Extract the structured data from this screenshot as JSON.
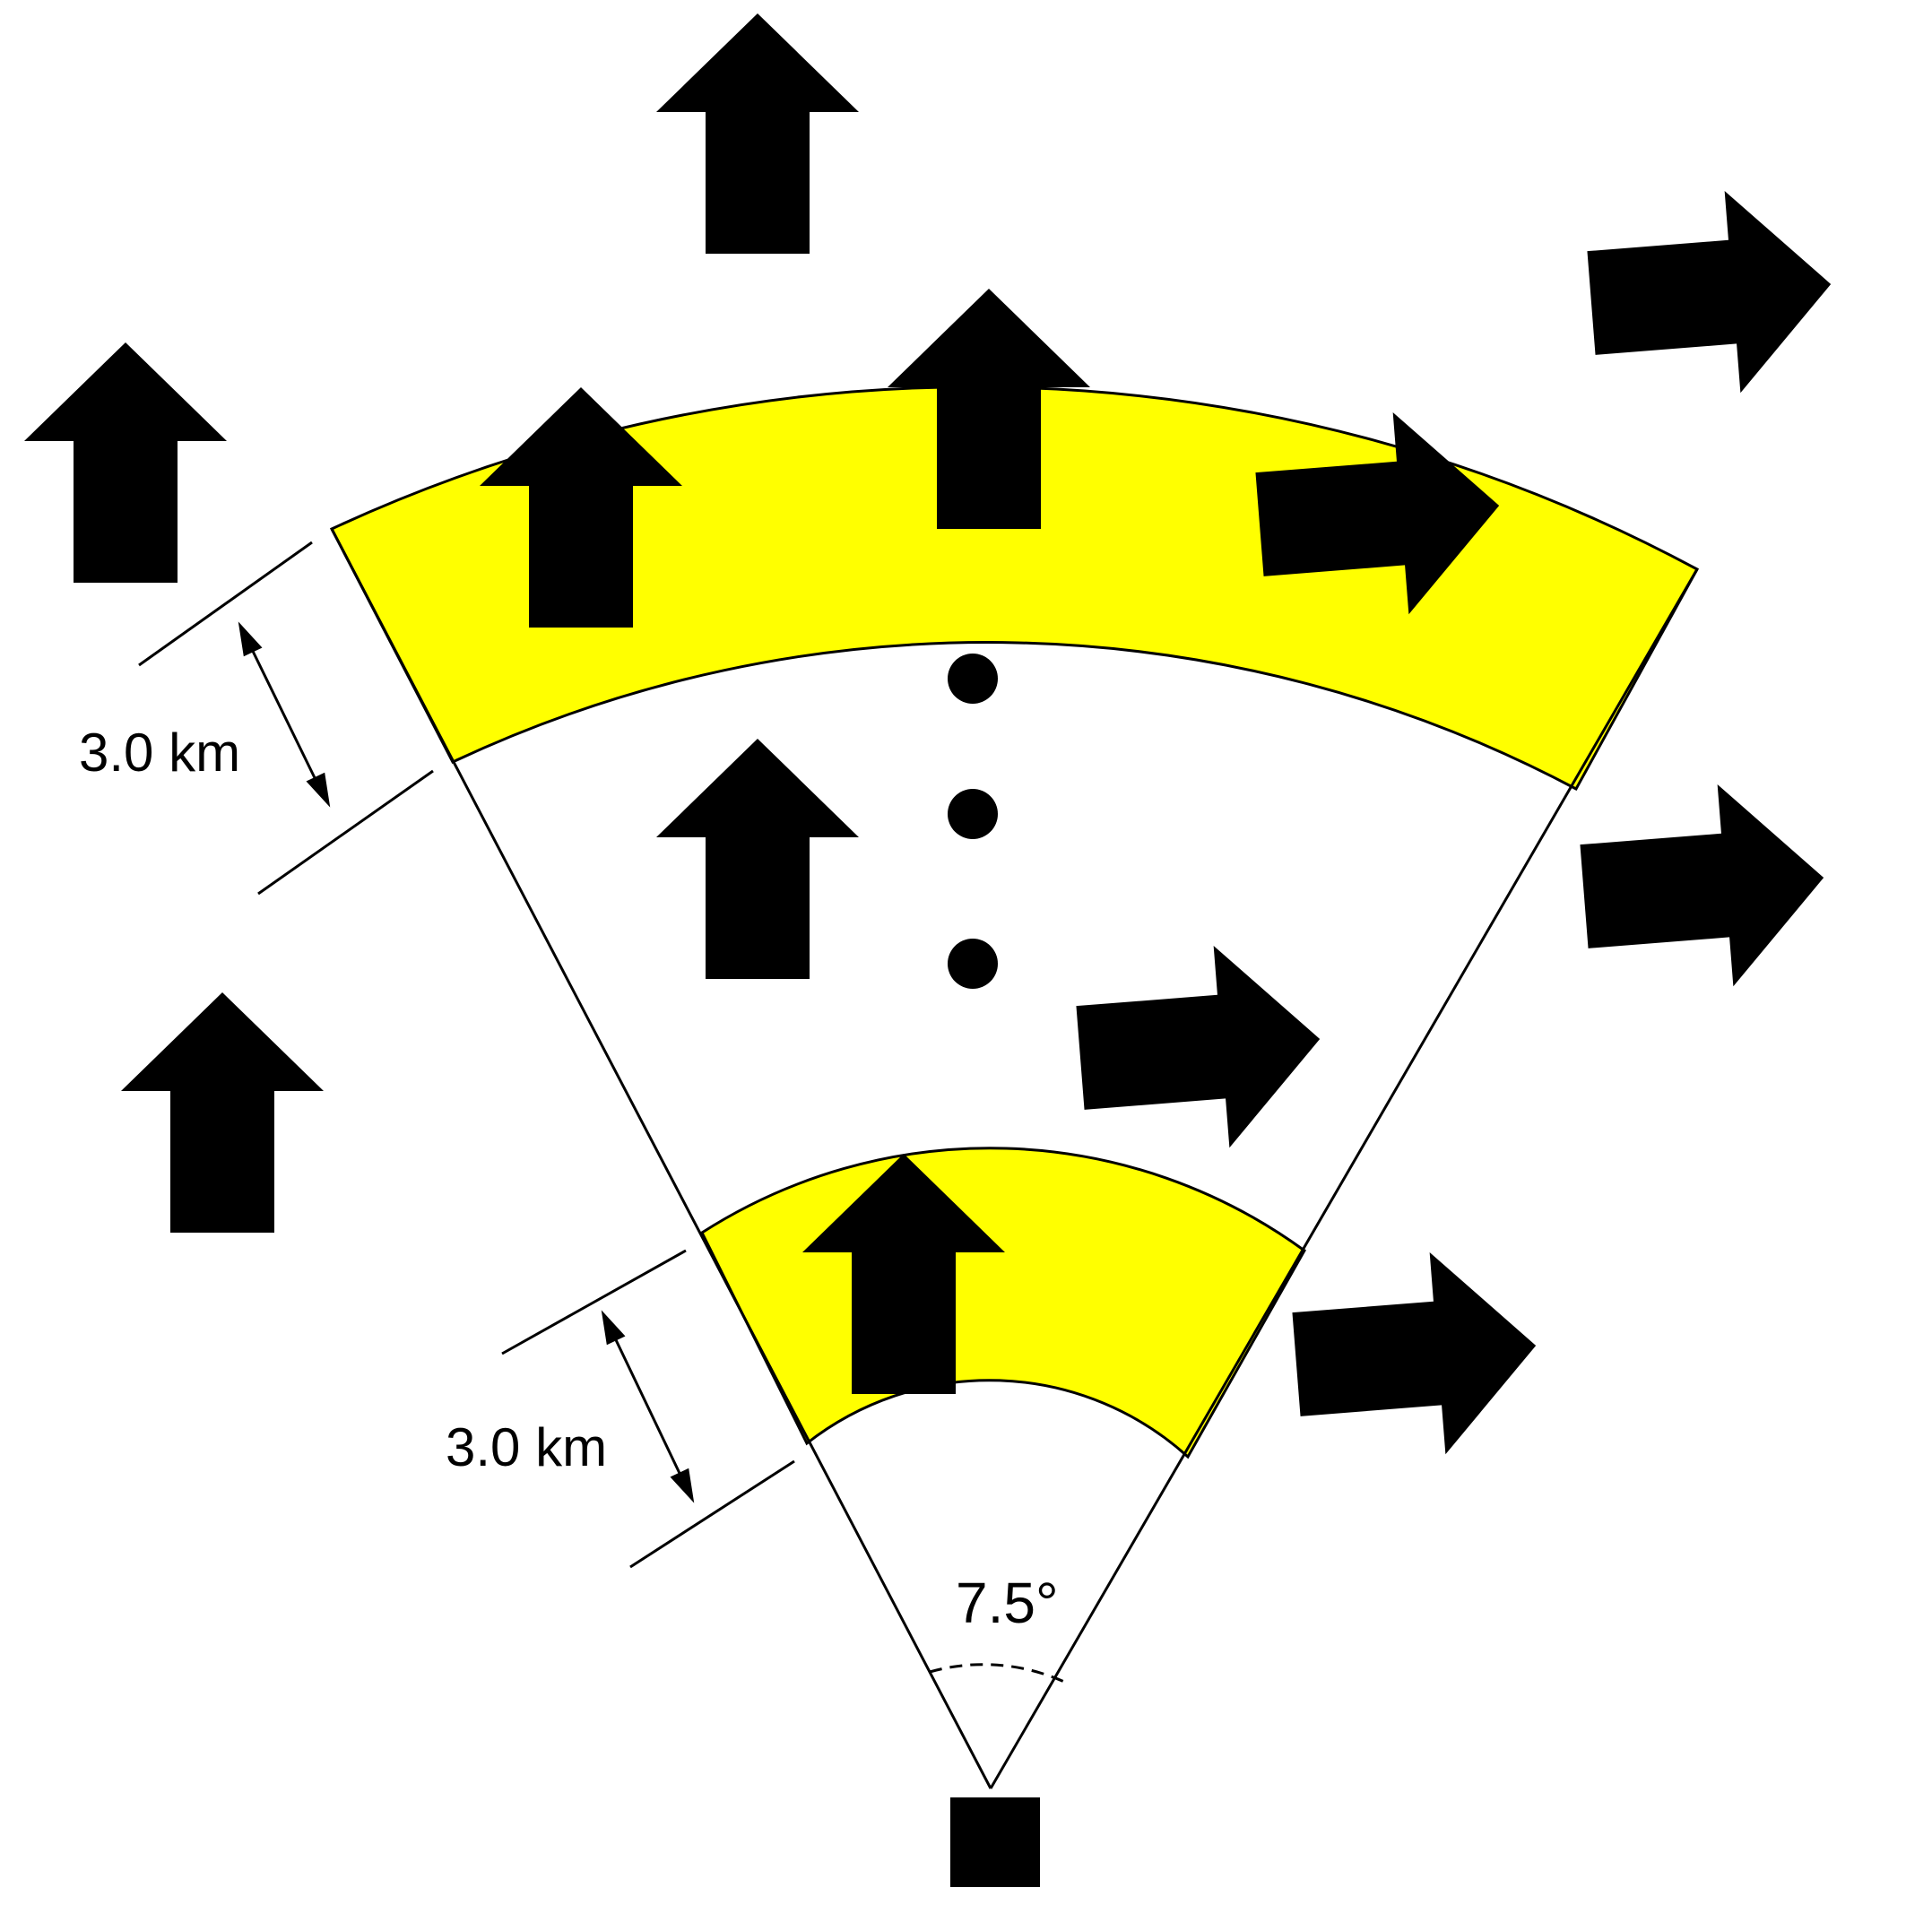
{
  "diagram": {
    "labels": {
      "outer_gate_width": "3.0 km",
      "inner_gate_width": "3.0 km",
      "beam_angle": "7.5°"
    },
    "colors": {
      "range_gate_fill": "#ffff00",
      "arrow_fill": "#000000",
      "line": "#000000",
      "background": "#ffffff"
    },
    "icons": {
      "arrows": "wind-vector-arrow",
      "radar": "radar-square-icon",
      "dots": "ellipsis-dots"
    }
  }
}
